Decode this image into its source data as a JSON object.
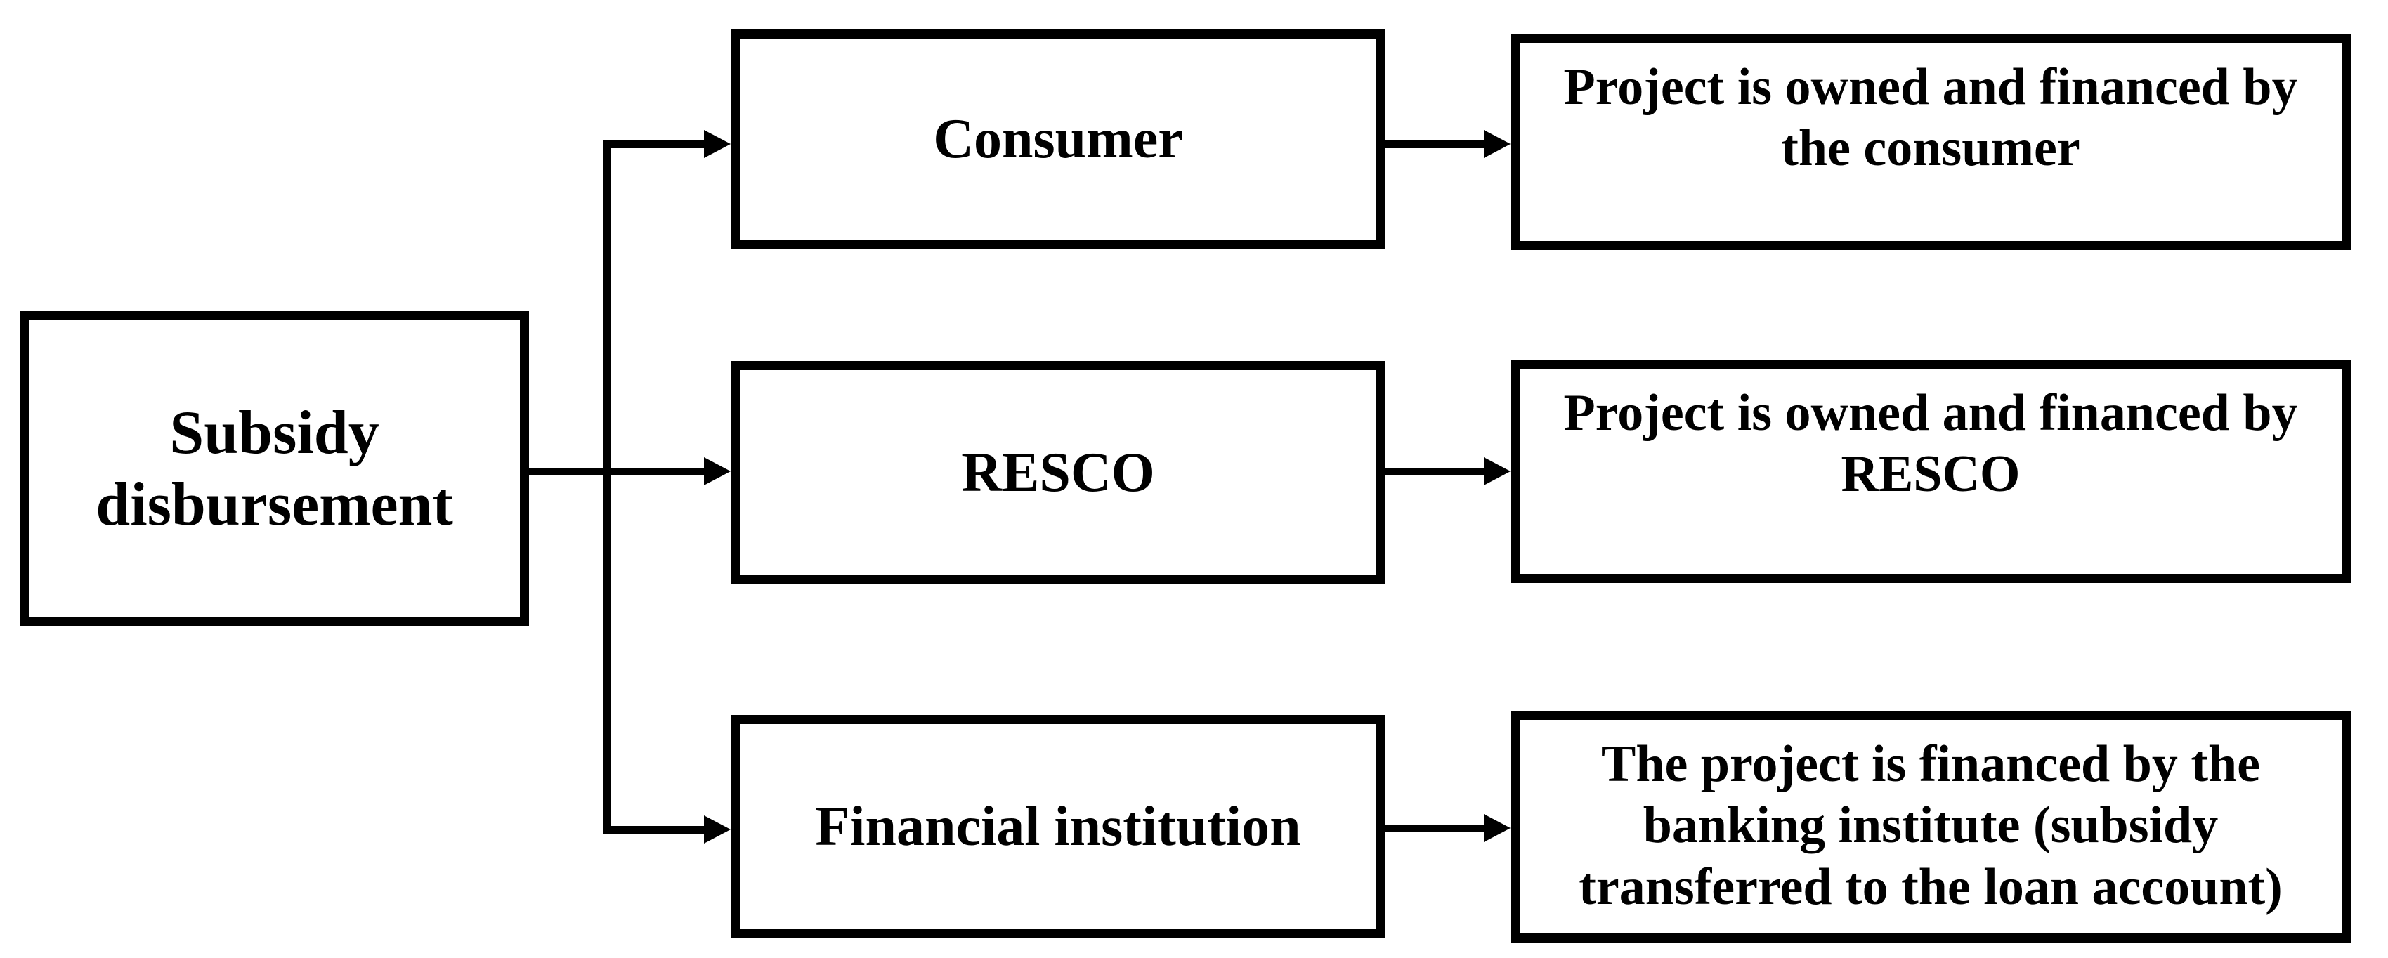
{
  "diagram": {
    "type": "flowchart",
    "colors": {
      "foreground": "#000000",
      "background": "#ffffff"
    },
    "root": {
      "lines": [
        "Subsidy",
        "disbursement"
      ]
    },
    "branches": [
      {
        "node": "Consumer",
        "outcome_lines": [
          "Project is owned and financed by",
          "the consumer"
        ]
      },
      {
        "node": "RESCO",
        "outcome_lines": [
          "Project is owned and financed by",
          "RESCO"
        ]
      },
      {
        "node": "Financial institution",
        "outcome_lines": [
          "The project is financed by the",
          "banking institute (subsidy",
          "transferred to the loan account)"
        ]
      }
    ]
  }
}
